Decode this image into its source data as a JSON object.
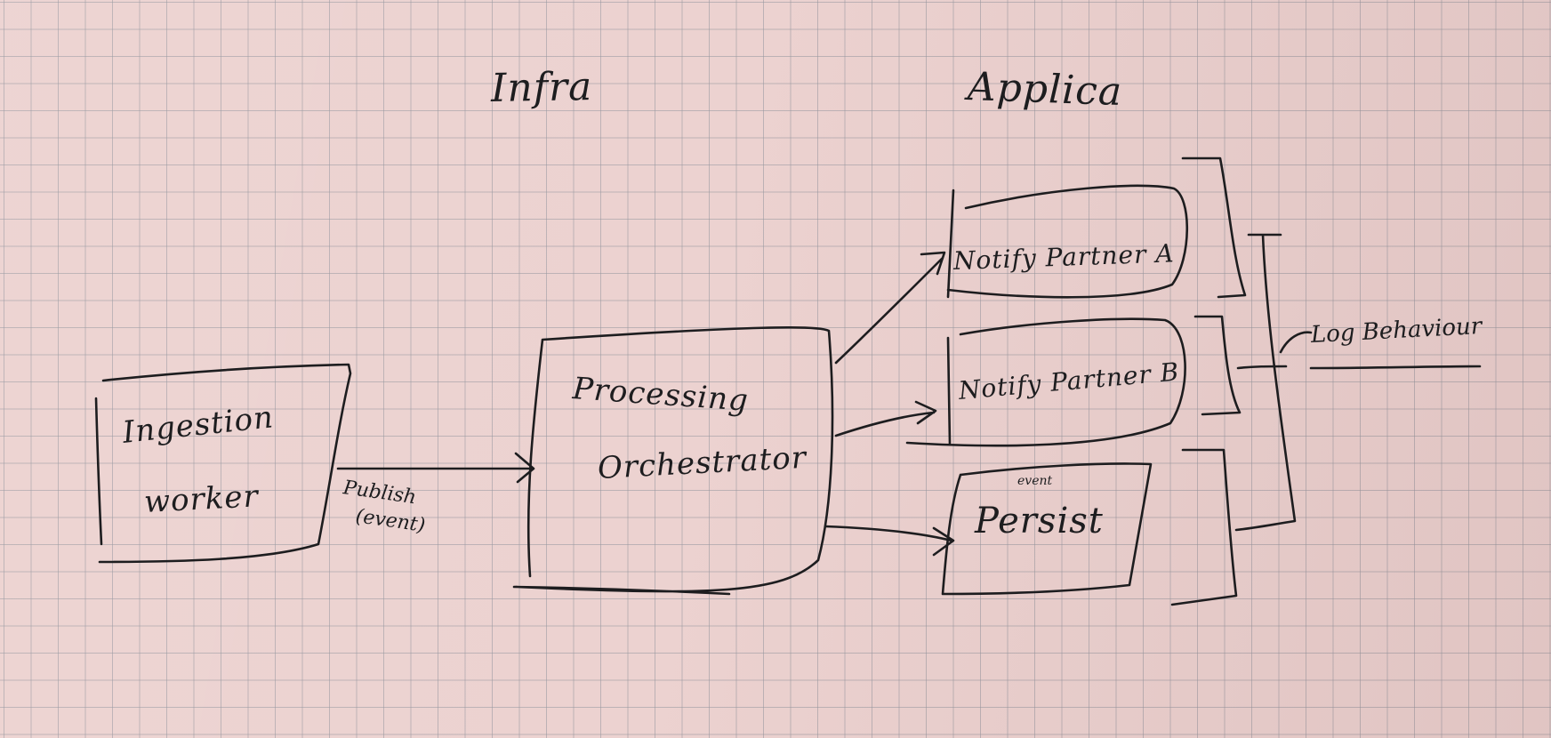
{
  "sections": {
    "infra": "Infra",
    "application": "Applica"
  },
  "nodes": {
    "ingestion": {
      "line1": "Ingestion",
      "line2": "worker"
    },
    "orchestrator": {
      "line1": "Processing",
      "line2": "Orchestrator"
    },
    "notify_a": "Notify Partner A",
    "notify_b": "Notify Partner B",
    "persist": {
      "label": "Persist",
      "note": "event"
    }
  },
  "edges": {
    "publish": {
      "line1": "Publish",
      "line2": "(event)"
    }
  },
  "annotations": {
    "log_behaviour": "Log Behaviour"
  }
}
